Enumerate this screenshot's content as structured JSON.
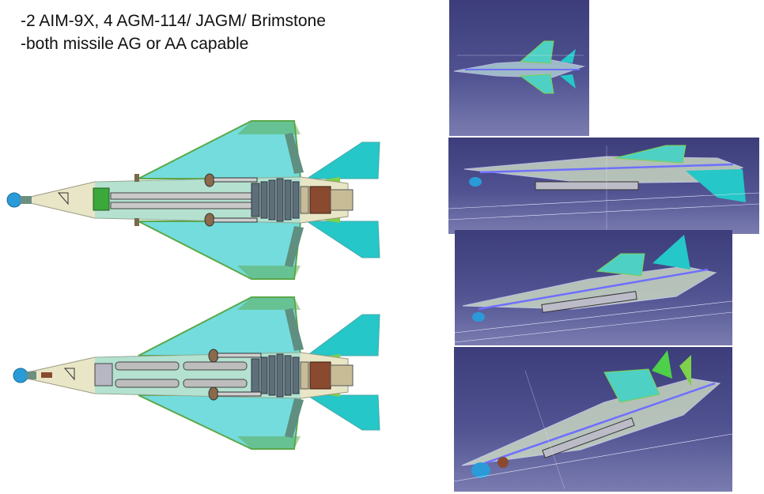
{
  "caption": {
    "line1": "-2 AIM-9X, 4 AGM-114/ JAGM/ Brimstone",
    "line2": "-both missile AG or AA capable"
  },
  "colors": {
    "wing_fill": "#74dcdc",
    "wing_edge": "#5aa84a",
    "fuselage_fill": "#e9e6c7",
    "nozzle": "#8a4a2f",
    "tail_fill": "#25c7c8",
    "cad_background": "#4b4d8a",
    "wireframe_line": "#e6e6ff",
    "radome_blue": "#2a9bd8"
  },
  "figures": {
    "top_view_1": "aircraft-top-view-illustration",
    "top_view_2": "aircraft-top-view-illustration",
    "cad_views": [
      "cad-render-view",
      "cad-render-view",
      "cad-render-view",
      "cad-render-view"
    ]
  }
}
